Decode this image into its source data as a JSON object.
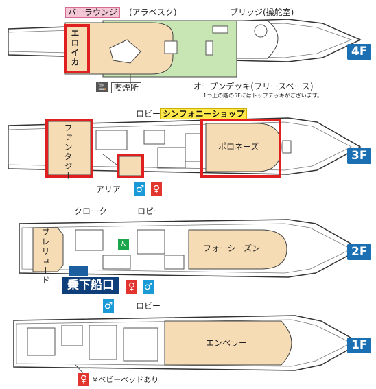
{
  "floors": [
    {
      "id": "4F",
      "badge": "4F"
    },
    {
      "id": "3F",
      "badge": "3F"
    },
    {
      "id": "2F",
      "badge": "2F"
    },
    {
      "id": "1F",
      "badge": "1F"
    }
  ],
  "deck4": {
    "bar_lounge": "バーラウンジ",
    "arabesque": "(アラベスク)",
    "bridge": "ブリッジ(操舵室)",
    "eroica": "エロイカ",
    "smoking": "喫煙所",
    "open_deck": "オープンデッキ(フリースペース)",
    "top_deck_note": "1つ上の階の5Fにはトップデッキがございます。"
  },
  "deck3": {
    "lobby": "ロビー",
    "symphony_shop": "シンフォニーショップ",
    "fantasy": "ファンタジー",
    "polonaise": "ポロネーズ",
    "aria": "アリア"
  },
  "deck2": {
    "cloak": "クローク",
    "lobby": "ロビー",
    "prelude": "プレリュード",
    "four_seasons": "フォーシーズン",
    "boarding": "乗下船口"
  },
  "deck1": {
    "lobby": "ロビー",
    "emperor": "エンペラー",
    "baby_bed": "※ベビーベッドあり"
  },
  "icons": {
    "male": "♂",
    "female": "♀",
    "accessible": "♿",
    "smoke": "🚬"
  },
  "colors": {
    "hull_outline": "#333333",
    "room_fill": "#f6dcb5",
    "open_deck_fill": "#c8e6b4",
    "highlight_red": "#e02020",
    "floor_badge": "#1b6fb3"
  }
}
